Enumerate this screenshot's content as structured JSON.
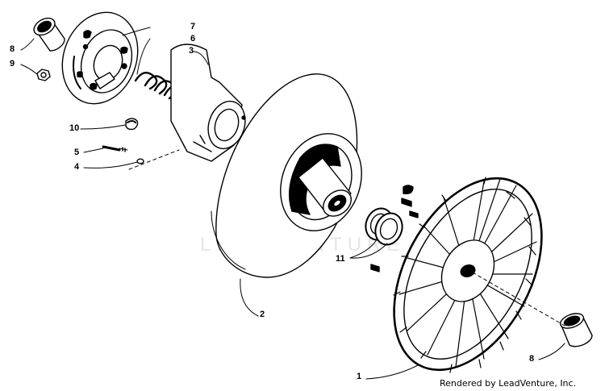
{
  "callouts": {
    "c1": "1",
    "c2": "2",
    "c3": "3",
    "c4": "4",
    "c5": "5",
    "c6": "6",
    "c7": "7",
    "c8a": "8",
    "c8b": "8",
    "c9": "9",
    "c10": "10",
    "c11": "11"
  },
  "watermark": "LEADVENTURE",
  "credit": "Rendered by LeadVenture, Inc.",
  "colors": {
    "line": "#000000",
    "background": "#ffffff",
    "watermark": "#e6e6e6"
  }
}
